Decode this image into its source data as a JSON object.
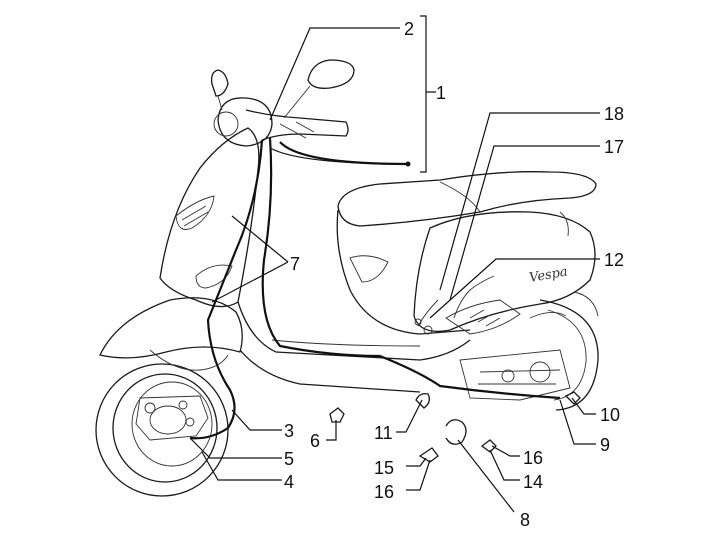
{
  "brand_text": "Vespa",
  "callouts": {
    "c1": "1",
    "c2": "2",
    "c3": "3",
    "c4": "4",
    "c5": "5",
    "c6": "6",
    "c7": "7",
    "c8": "8",
    "c9": "9",
    "c10": "10",
    "c11": "11",
    "c12": "12",
    "c14": "14",
    "c15": "15",
    "c16a": "16",
    "c16b": "16",
    "c17": "17",
    "c18": "18"
  }
}
